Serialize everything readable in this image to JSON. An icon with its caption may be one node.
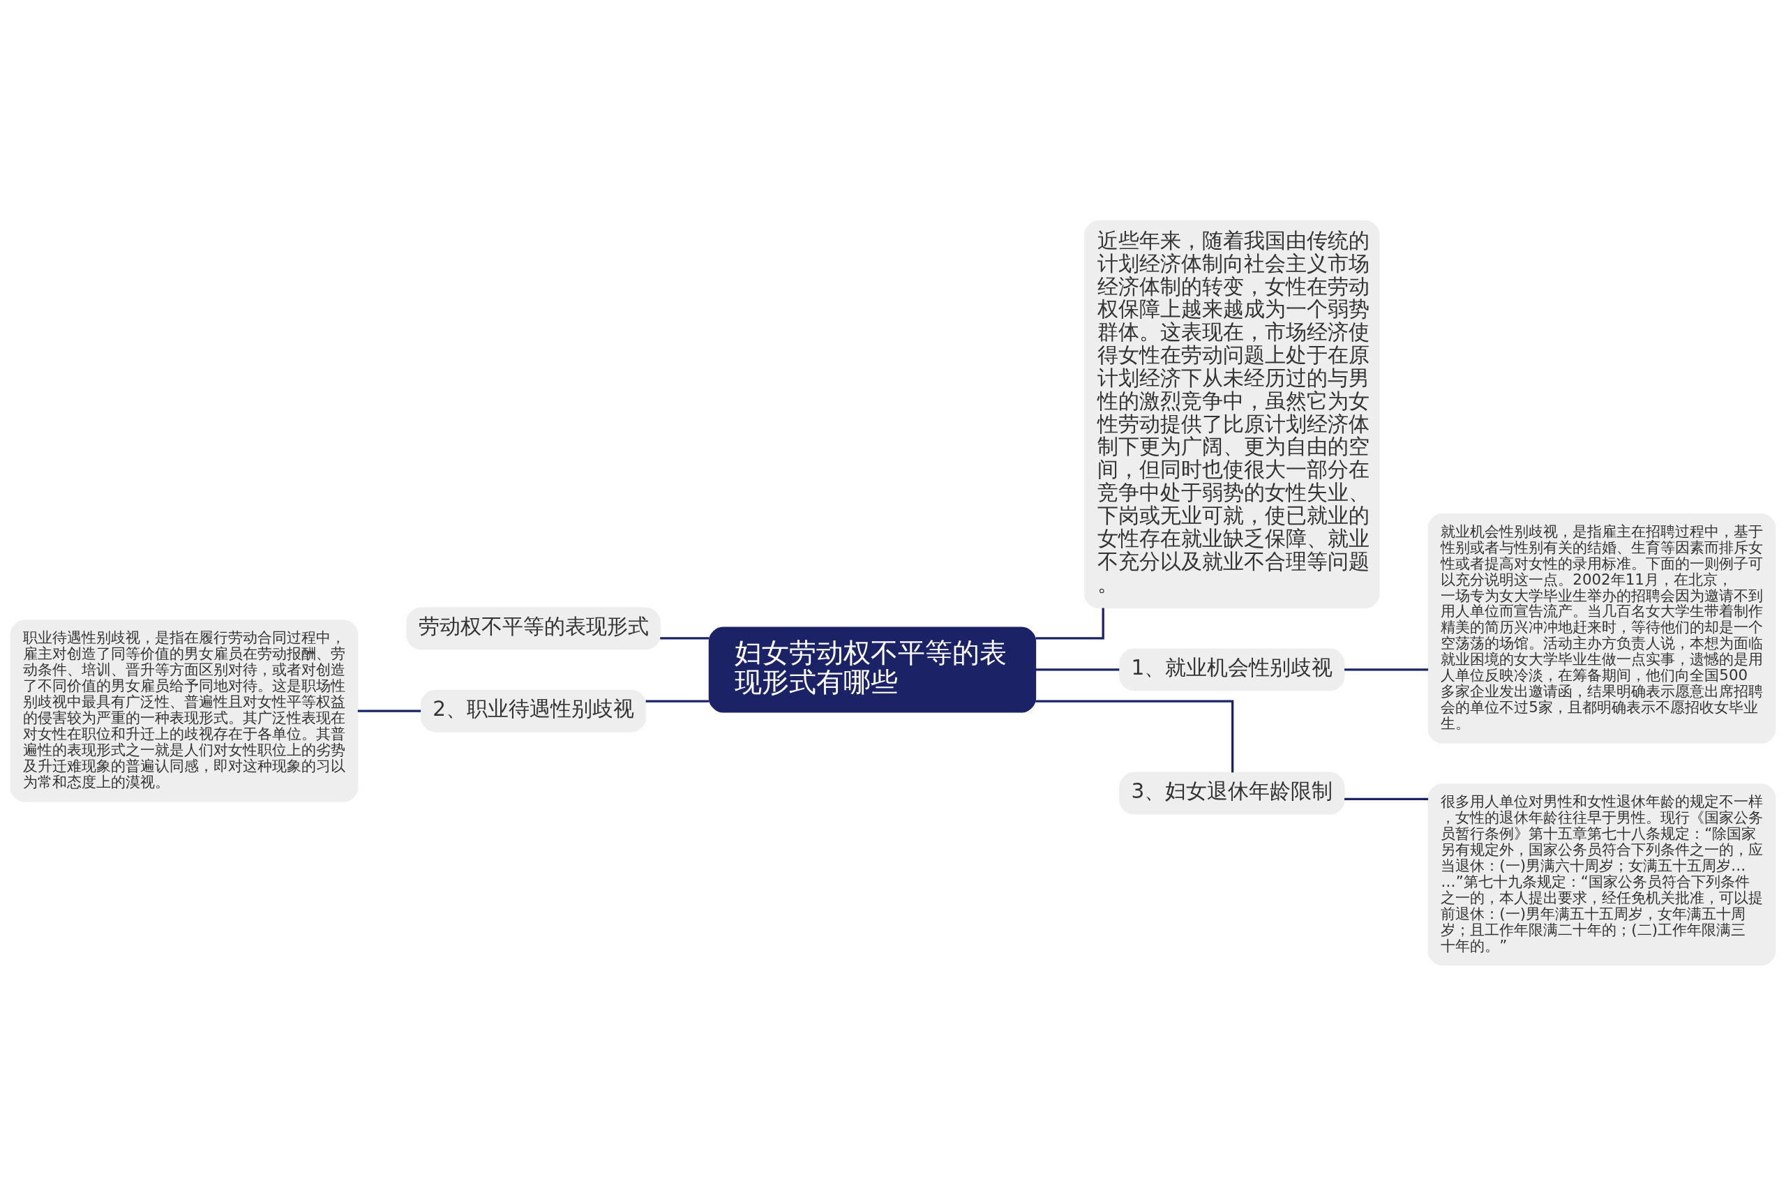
{
  "diagram": {
    "nodes": [
      {
        "text": [
          "妇女劳动权不平等的表现形式有哪些"
        ]
      },
      {
        "text": [
          "劳动权不平等的表现形式"
        ]
      },
      {
        "text": [
          "2、职业待遇性别歧视"
        ]
      },
      {
        "text": [
          "职业待遇性别歧视，是指在履行劳动合同过程中，雇主对创造了同等价值的男女雇员在劳动报酬、劳动条件、培训、晋升等方面区别对待，或者对创造了不同价值的男女雇员给予同地对待。这是职场性别歧视中最具有广泛性、普遍性且对女性平等权益的侵害较为严重的一种表现形式。其广泛性表现在对女性在职位和升迁上的歧视存在于各单位。其普遍性的表现形式之一就是人们对女性职位上的劣势及升迁难现象的普遍认同感，即对这种现象的习以为常和态度上的漠视。"
        ]
      },
      {
        "text": [
          "近些年来，随着我国由传统的计划经济体制向社会主义市场经济体制的转变，女性在劳动权保障上越来越成为一个弱势群体。这表现在，市场经济使得女性在劳动问题上处于在原计划经济下从未经历过的与男性的激烈竞争中，虽然它为女性劳动提供了比原计划经济体制下更为广阔、更为自由的空间，但同时也使很大一部分在竞争中处于弱势的女性失业、下岗或无业可就，使已就业的女性存在就业缺乏保障、就业不充分以及就业不合理等问题。"
        ]
      },
      {
        "text": [
          "1、就业机会性别歧视"
        ]
      },
      {
        "text": [
          "就业机会性别歧视，是指雇主在招聘过程中，基于性别或者与性别有关的结婚、生育等因素而排斥女性或者提高对女性的录用标准。下面的一则例子可以充分说明这一点。2002年11月，在北京，一场专为女大学毕业生举办的招聘会因为邀请不到用人单位而宣告流产。当几百名女大学生带着制作精美的简历兴冲冲地赶来时，等待他们的却是一个空荡荡的场馆。活动主办方负责人说，本想为面临就业困境的女大学毕业生做一点实事，遗憾的是用人单位反映冷淡，在筹备期间，他们向全国500多家企业发出邀请函，结果明确表示愿意出席招聘会的单位不过5家，且都明确表示不愿招收女毕业生。"
        ]
      },
      {
        "text": [
          "3、妇女退休年龄限制"
        ]
      },
      {
        "text": [
          "很多用人单位对男性和女性退休年龄的规定不一样，女性的退休年龄往往早于男性。现行《国家公务员暂行条例》第十五章第七十八条规定：“除国家另有规定外，国家公务员符合下列条件之一的，应当退休：(一)男满六十周岁；女满五十五周岁……”第七十九条规定：“国家公务员符合下列条件之一的，本人提出要求，经任免机关批准，可以提前退休：(一)男年满五十五周岁，女年满五十周岁；且工作年限满二十年的；(二)工作年限满三十年的。”"
        ]
      }
    ],
    "edges": [
      {
        "from": 0,
        "to": 1,
        "arrow": "none"
      },
      {
        "from": 0,
        "to": 2,
        "arrow": "none"
      },
      {
        "from": 2,
        "to": 3,
        "arrow": "none"
      },
      {
        "from": 0,
        "to": 4,
        "arrow": "none"
      },
      {
        "from": 0,
        "to": 5,
        "arrow": "none"
      },
      {
        "from": 5,
        "to": 6,
        "arrow": "none"
      },
      {
        "from": 0,
        "to": 7,
        "arrow": "none"
      },
      {
        "from": 7,
        "to": 8,
        "arrow": "none"
      }
    ]
  }
}
